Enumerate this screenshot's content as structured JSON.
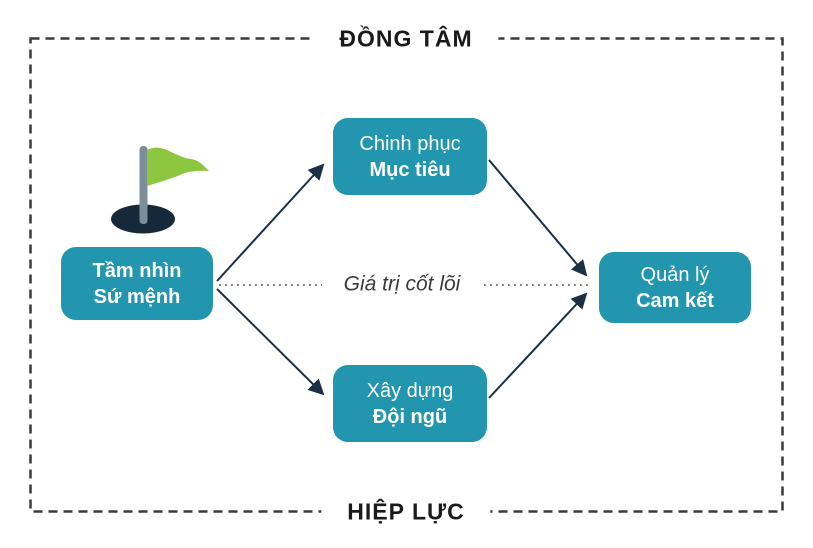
{
  "frame": {
    "top_label": "ĐỒNG TÂM",
    "bottom_label": "HIỆP LỰC"
  },
  "nodes": {
    "vision": {
      "line1": "Tầm nhìn",
      "line2": "Sứ mệnh"
    },
    "goal": {
      "line1": "Chinh phục",
      "line2": "Mục tiêu"
    },
    "team": {
      "line1": "Xây dựng",
      "line2": "Đội ngũ"
    },
    "commitment": {
      "line1": "Quản lý",
      "line2": "Cam kết"
    }
  },
  "center_label": "Giá trị cốt lõi",
  "icons": {
    "flag": "flag-icon"
  },
  "colors": {
    "node_fill": "#2196AE",
    "arrow": "#1B2F45",
    "flag_green": "#8DC63F",
    "flag_pole": "#7B8E9A",
    "flag_base": "#16293A",
    "frame_border": "#3A3A3A",
    "title_text": "#1A1A1A",
    "center_text": "#3B3B3B",
    "dotted_line": "#666666"
  }
}
